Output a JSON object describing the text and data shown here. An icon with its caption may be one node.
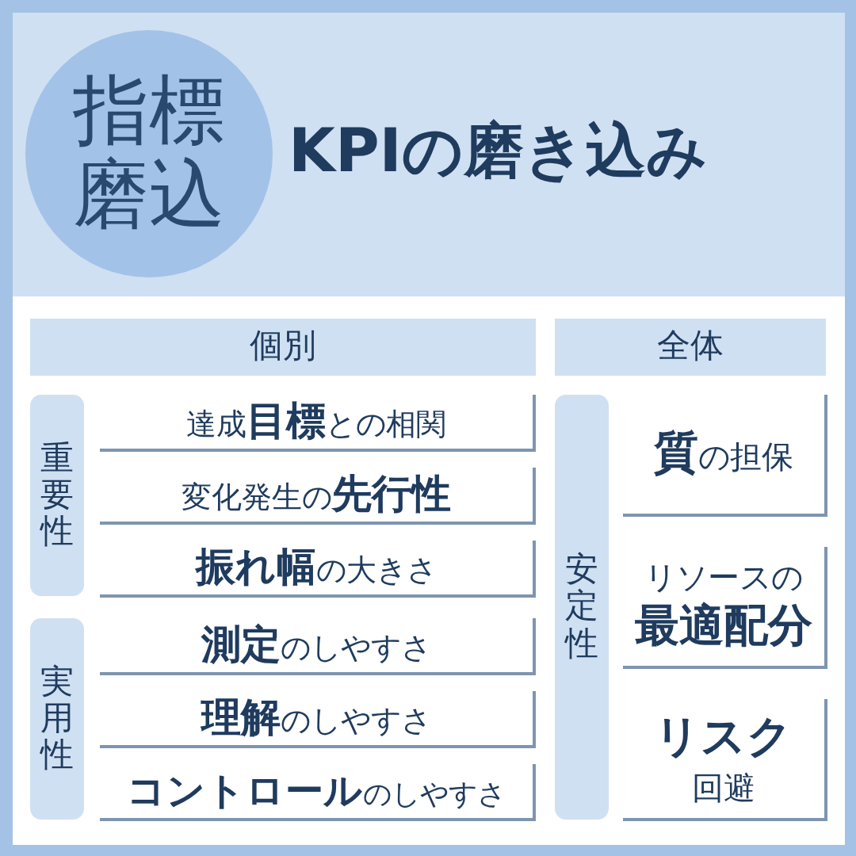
{
  "diagram": {
    "title": "KPIの磨き込み",
    "nodes": [
      {
        "text": [
          "指標磨込"
        ]
      },
      {
        "text": [
          "個別"
        ]
      },
      {
        "text": [
          "重要性"
        ]
      },
      {
        "text": [
          "達成**目標**との相関"
        ]
      },
      {
        "text": [
          "変化発生の**先行性**"
        ]
      },
      {
        "text": [
          "**振れ幅**の大きさ"
        ]
      },
      {
        "text": [
          "実用性"
        ]
      },
      {
        "text": [
          "**測定**のしやすさ"
        ]
      },
      {
        "text": [
          "**理解**のしやすさ"
        ]
      },
      {
        "text": [
          "**コントロール**のしやすさ"
        ]
      },
      {
        "text": [
          "全体"
        ]
      },
      {
        "text": [
          "安定性"
        ]
      },
      {
        "text": [
          "**質**の担保"
        ]
      },
      {
        "text": [
          "リソースの**最適配分**"
        ]
      },
      {
        "text": [
          "**リスク**回避"
        ]
      }
    ]
  }
}
